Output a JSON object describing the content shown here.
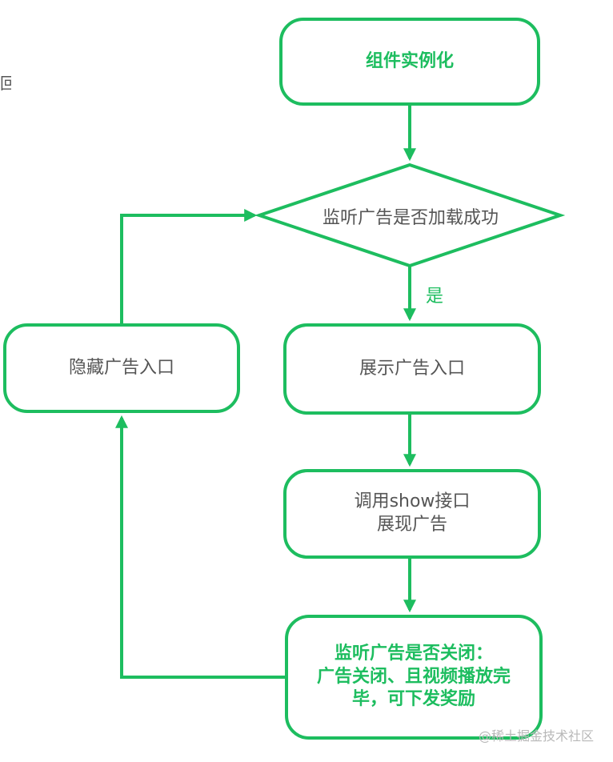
{
  "edge_text": "回",
  "nodes": {
    "instantiate": "组件实例化",
    "listen_loaded": "监听广告是否加载成功",
    "hide_entry": "隐藏广告入口",
    "show_entry": "展示广告入口",
    "call_show": [
      "调用show接口",
      "展现广告"
    ],
    "listen_closed": [
      "监听广告是否关闭：",
      "广告关闭、且视频播放完",
      "毕，可下发奖励"
    ]
  },
  "edge_labels": {
    "yes": "是"
  },
  "watermark": "@稀土掘金技术社区",
  "colors": {
    "accent": "#1dbd5f",
    "text": "#555555"
  }
}
